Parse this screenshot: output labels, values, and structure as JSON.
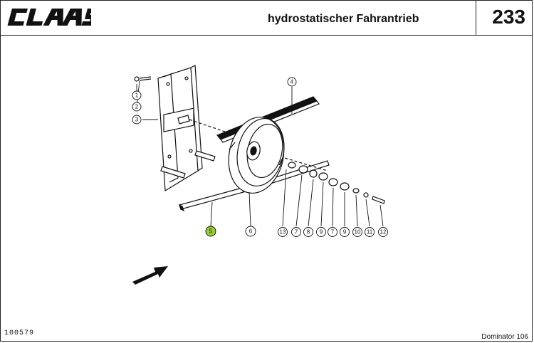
{
  "header": {
    "brand": "CLAAS",
    "title": "hydrostatischer Fahrantrieb",
    "page_number": "233"
  },
  "footer": {
    "doc_code": "100579",
    "model": "Dominator 106"
  },
  "callouts": {
    "c1": "1",
    "c2": "2",
    "c3": "3",
    "c4": "4",
    "c5": "5",
    "c6": "6",
    "c13": "13",
    "c7a": "7",
    "c8": "8",
    "c9a": "9",
    "c7b": "7",
    "c9b": "9",
    "c10": "10",
    "c11": "11",
    "c12": "12"
  },
  "colors": {
    "highlight": "#9acd32",
    "ink": "#111111"
  }
}
